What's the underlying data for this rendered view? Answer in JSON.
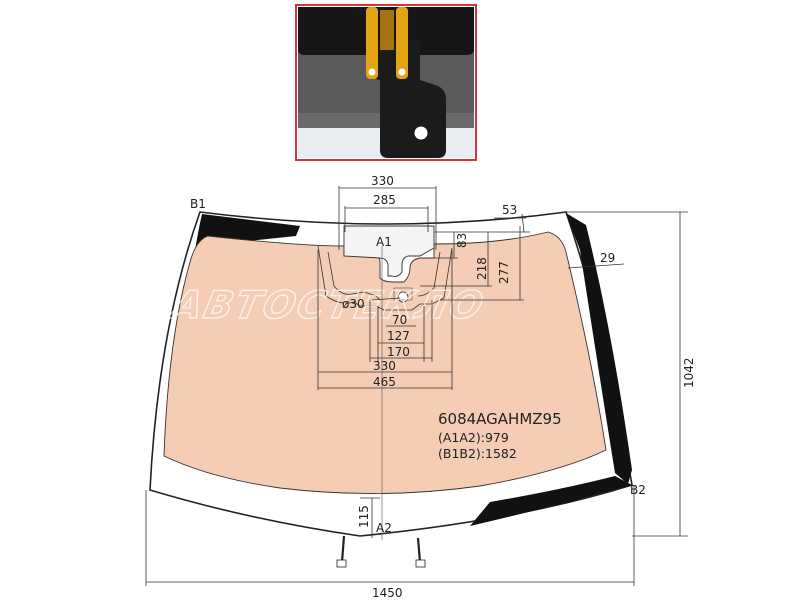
{
  "part_code": "6084AGAHMZ95",
  "specs": [
    {
      "label": "(A1A2):979"
    },
    {
      "label": "(B1B2):1582"
    }
  ],
  "points": {
    "a1": "A1",
    "a2": "A2",
    "b1": "B1",
    "b2": "B2"
  },
  "dimensions": {
    "top_width_outer": "330",
    "top_width_inner": "285",
    "top_edge": "53",
    "bracket_height": "83",
    "inner_218": "218",
    "inner_277": "277",
    "side_band": "29",
    "hole_diameter": "ø30",
    "w70": "70",
    "w127": "127",
    "w170": "170",
    "w330": "330",
    "w465": "465",
    "height_total": "1042",
    "bottom_115": "115",
    "width_total": "1450"
  },
  "watermark": "АВТОСТЕКЛО",
  "colors": {
    "glass": "#f5cdb4",
    "frit": "#111111",
    "inset_border": "#d9343c",
    "tape": "#e3a416"
  }
}
